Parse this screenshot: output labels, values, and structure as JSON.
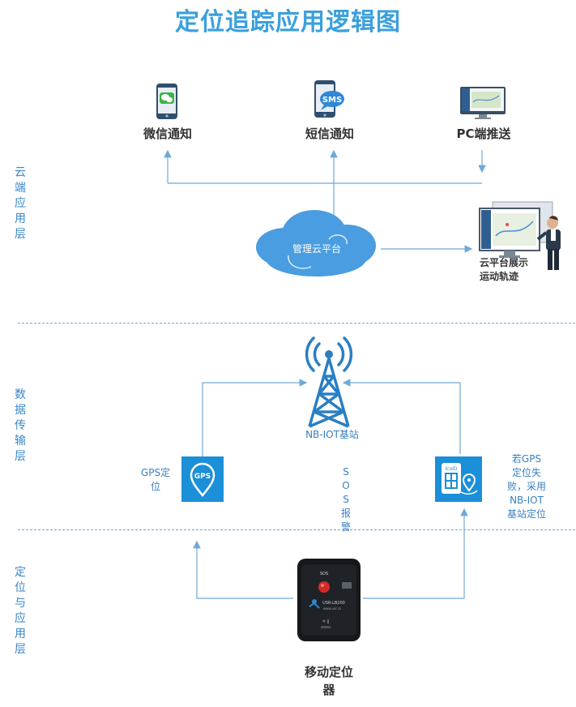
{
  "title": "定位追踪应用逻辑图",
  "layers": {
    "cloud": "云端应用层",
    "transport": "数据传输层",
    "positioning": "定位与应用层"
  },
  "notifications": {
    "wechat": "微信通知",
    "sms": "短信通知",
    "pc": "PC端推送",
    "sms_icon_text": "SMS"
  },
  "cloud_platform": "管理云平台",
  "cloud_display": {
    "line1": "云平台展示",
    "line2": "运动轨迹"
  },
  "tower_label": "NB-IOT基站",
  "gps": {
    "icon_text": "GPS",
    "label": "GPS定位"
  },
  "sos_alarm": "SOS报警",
  "lbs": {
    "icon_text": "lcoID",
    "label": "若GPS定位失败，采用NB-IOT基站定位"
  },
  "device": {
    "sos_text": "SOS",
    "model": "USR-LB200",
    "url": "www.usr.cn",
    "label": "移动定位器"
  },
  "colors": {
    "title": "#3aa0dc",
    "accent": "#1b8fd8",
    "tower": "#2a7fc4",
    "line": "#6fa9d6",
    "cloud": "#4a9de0"
  }
}
